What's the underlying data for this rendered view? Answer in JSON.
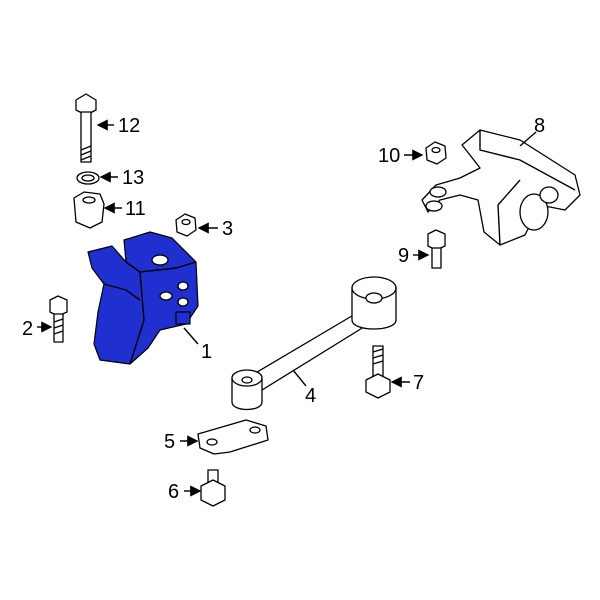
{
  "diagram": {
    "highlight_color": "#1f2fd0",
    "callouts": [
      {
        "number": "1",
        "part": "engine-mount"
      },
      {
        "number": "2",
        "part": "bolt"
      },
      {
        "number": "3",
        "part": "nut"
      },
      {
        "number": "4",
        "part": "torque-rod"
      },
      {
        "number": "5",
        "part": "bracket"
      },
      {
        "number": "6",
        "part": "bolt"
      },
      {
        "number": "7",
        "part": "bolt"
      },
      {
        "number": "8",
        "part": "transmission-mount"
      },
      {
        "number": "9",
        "part": "bolt"
      },
      {
        "number": "10",
        "part": "nut"
      },
      {
        "number": "11",
        "part": "insulator"
      },
      {
        "number": "12",
        "part": "bolt"
      },
      {
        "number": "13",
        "part": "washer"
      }
    ]
  }
}
